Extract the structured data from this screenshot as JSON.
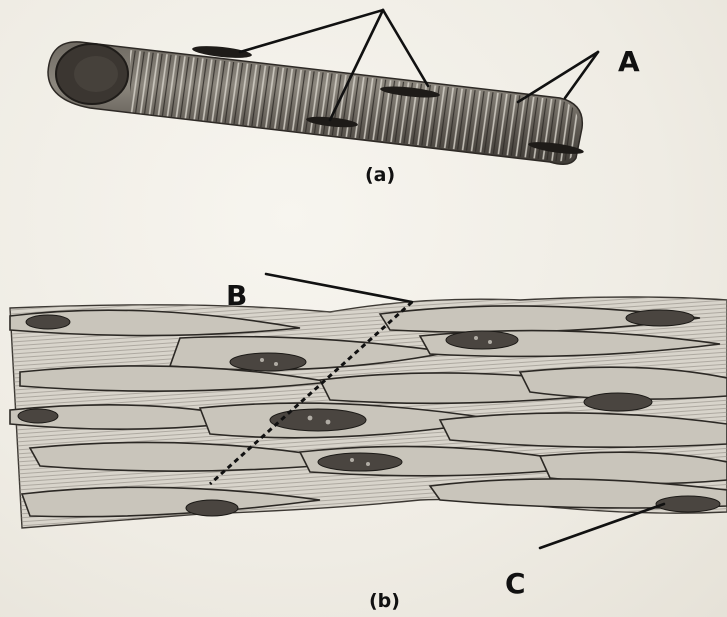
{
  "labels": {
    "a": "A",
    "b": "B",
    "c": "C"
  },
  "captions": {
    "fig_a": "(a)",
    "fig_b": "(b)"
  }
}
